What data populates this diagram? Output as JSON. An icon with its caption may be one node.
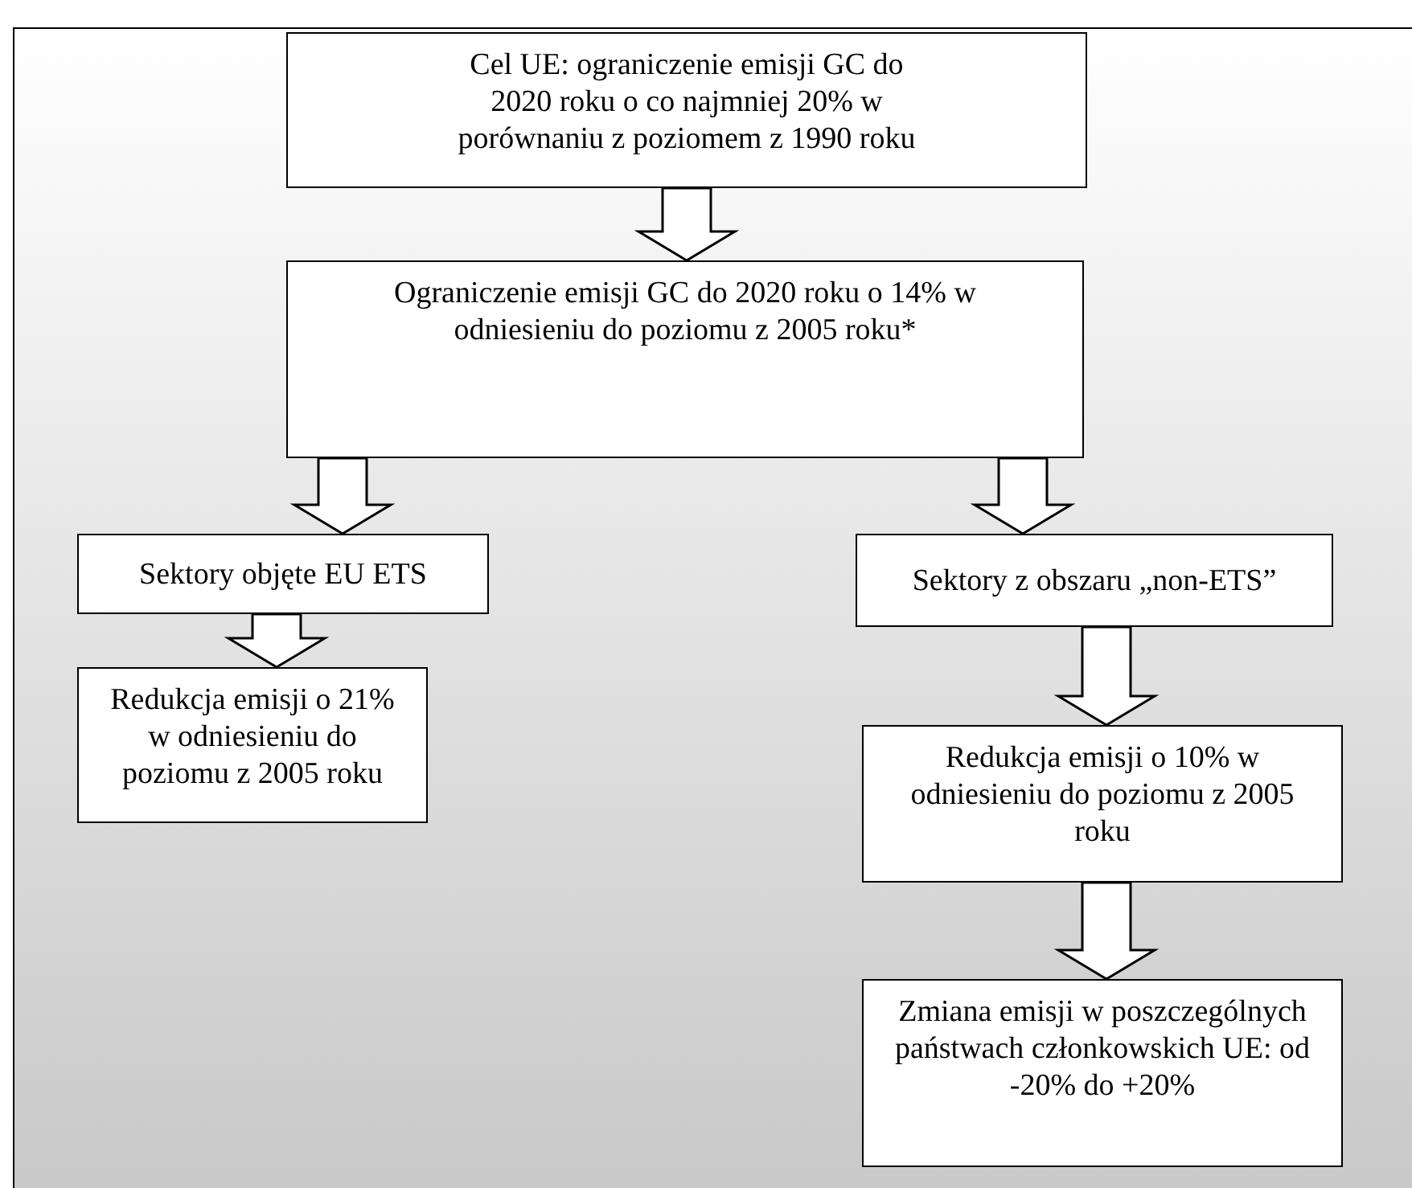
{
  "diagram": {
    "nodes": [
      {
        "text": [
          "Cel UE: ograniczenie emisji GC do 2020 roku o co najmniej 20% w porównaniu z poziomem z 1990 roku"
        ]
      },
      {
        "text": [
          "Ograniczenie emisji GC do 2020 roku o 14% w odniesieniu do poziomu z 2005 roku*"
        ]
      },
      {
        "text": [
          "Sektory objęte EU ETS"
        ]
      },
      {
        "text": [
          "Sektory z obszaru „non-ETS”"
        ]
      },
      {
        "text": [
          "Redukcja emisji o 21% w odniesieniu do poziomu z 2005 roku"
        ]
      },
      {
        "text": [
          "Redukcja emisji o 10% w odniesieniu do poziomu z 2005 roku"
        ]
      },
      {
        "text": [
          "Zmiana emisji w poszczególnych państwach członkowskich UE: od -20% do +20%"
        ]
      }
    ],
    "edges": [
      {
        "from": 0,
        "to": 1,
        "arrow": "to"
      },
      {
        "from": 1,
        "to": 2,
        "arrow": "to"
      },
      {
        "from": 1,
        "to": 3,
        "arrow": "to"
      },
      {
        "from": 2,
        "to": 4,
        "arrow": "to"
      },
      {
        "from": 3,
        "to": 5,
        "arrow": "to"
      },
      {
        "from": 5,
        "to": 6,
        "arrow": "to"
      }
    ]
  }
}
